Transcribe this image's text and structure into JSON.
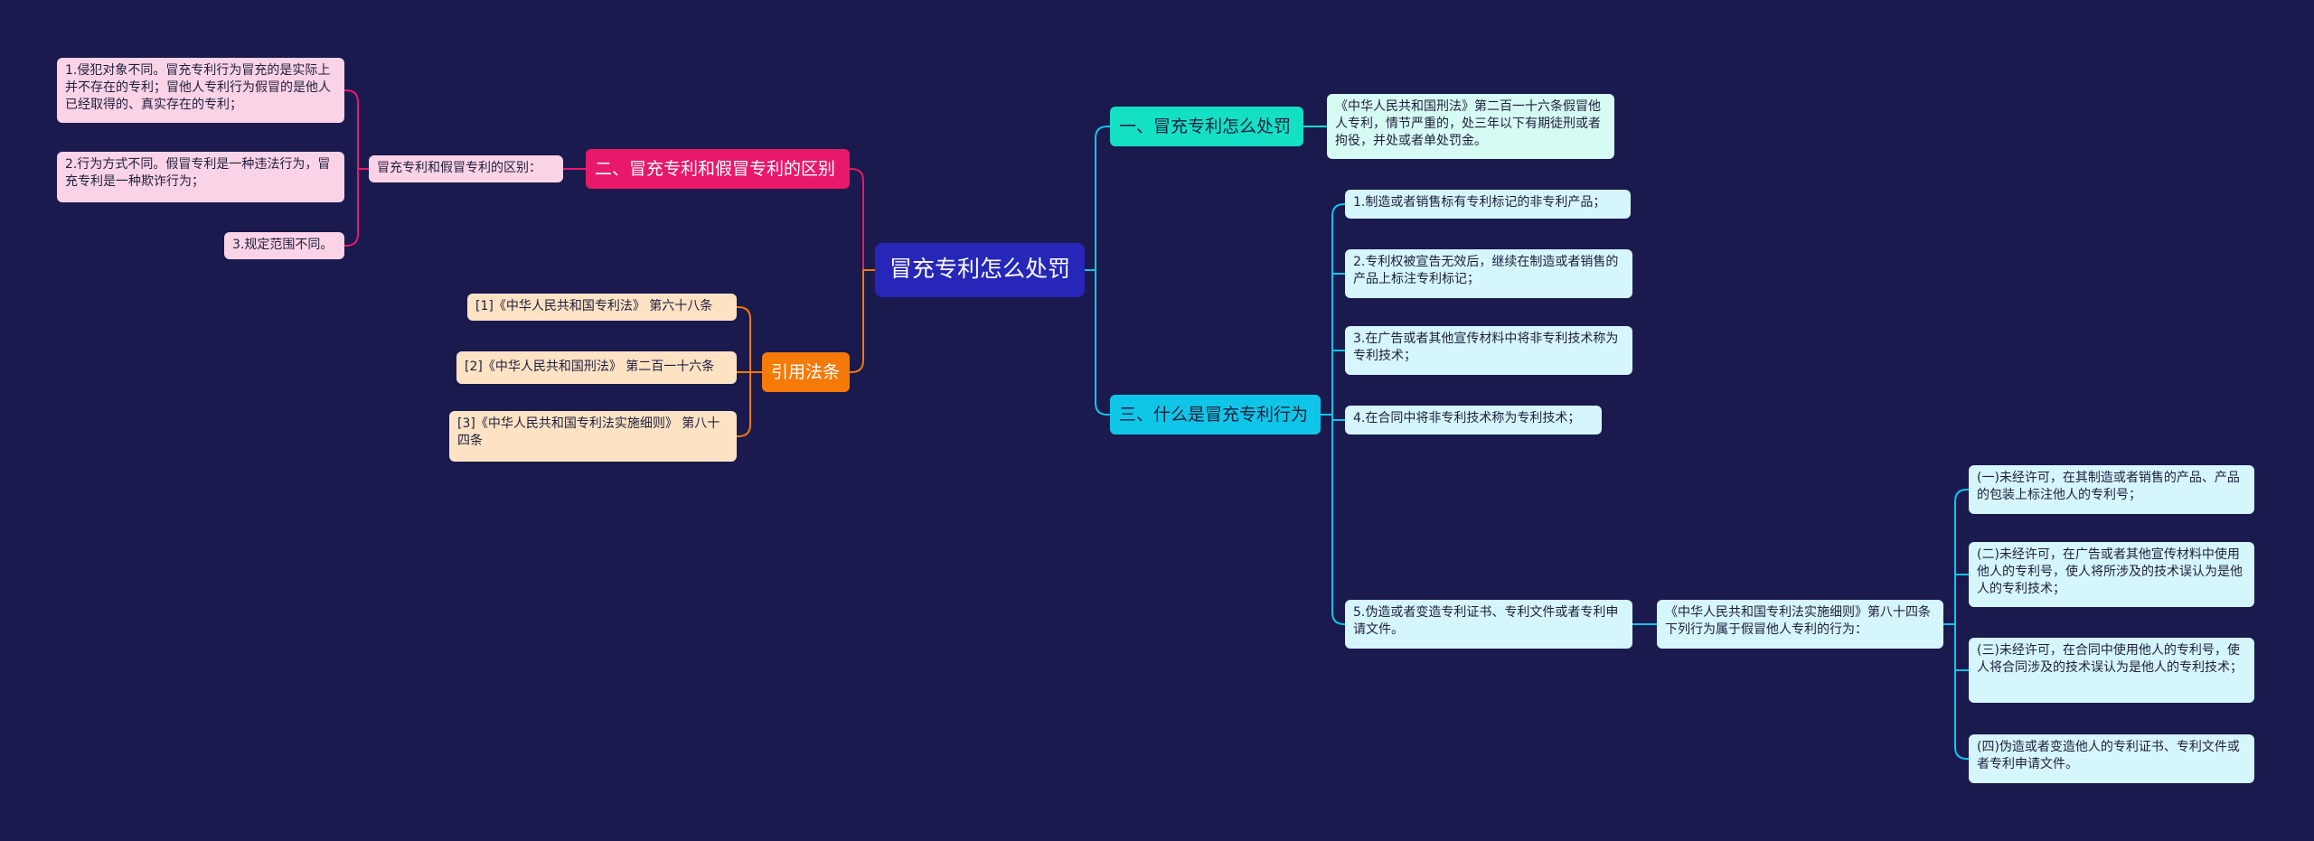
{
  "root": {
    "label": "冒充专利怎么处罚"
  },
  "branches": {
    "b2": {
      "label": "二、冒充专利和假冒专利的区别",
      "sub": "冒充专利和假冒专利的区别：",
      "items": [
        "1.侵犯对象不同。冒充专利行为冒充的是实际上并不存在的专利；冒他人专利行为假冒的是他人已经取得的、真实存在的专利；",
        "2.行为方式不同。假冒专利是一种违法行为，冒充专利是一种欺诈行为；",
        "3.规定范围不同。"
      ]
    },
    "law": {
      "label": "引用法条",
      "items": [
        "[1]《中华人民共和国专利法》 第六十八条",
        "[2]《中华人民共和国刑法》 第二百一十六条",
        "[3]《中华人民共和国专利法实施细则》 第八十四条"
      ]
    },
    "b1": {
      "label": "一、冒充专利怎么处罚",
      "item": "《中华人民共和国刑法》第二百一十六条假冒他人专利，情节严重的，处三年以下有期徒刑或者拘役，并处或者单处罚金。"
    },
    "b3": {
      "label": "三、什么是冒充专利行为",
      "items": [
        "1.制造或者销售标有专利标记的非专利产品；",
        "2.专利权被宣告无效后，继续在制造或者销售的产品上标注专利标记；",
        "3.在广告或者其他宣传材料中将非专利技术称为专利技术；",
        "4.在合同中将非专利技术称为专利技术；",
        "5.伪造或者变造专利证书、专利文件或者专利申请文件。"
      ],
      "detail": "《中华人民共和国专利法实施细则》第八十四条下列行为属于假冒他人专利的行为：",
      "sub_items": [
        "(一)未经许可，在其制造或者销售的产品、产品的包装上标注他人的专利号；",
        "(二)未经许可，在广告或者其他宣传材料中使用他人的专利号，使人将所涉及的技术误认为是他人的专利技术；",
        "(三)未经许可，在合同中使用他人的专利号，使人将合同涉及的技术误认为是他人的专利技术；",
        "(四)伪造或者变造他人的专利证书、专利文件或者专利申请文件。"
      ]
    }
  },
  "colors": {
    "background": "#1a1a4e",
    "root": "#2626b8",
    "pink": "#e8186a",
    "orange": "#f57a07",
    "teal": "#14e0c6",
    "cyan": "#10c6e8"
  }
}
